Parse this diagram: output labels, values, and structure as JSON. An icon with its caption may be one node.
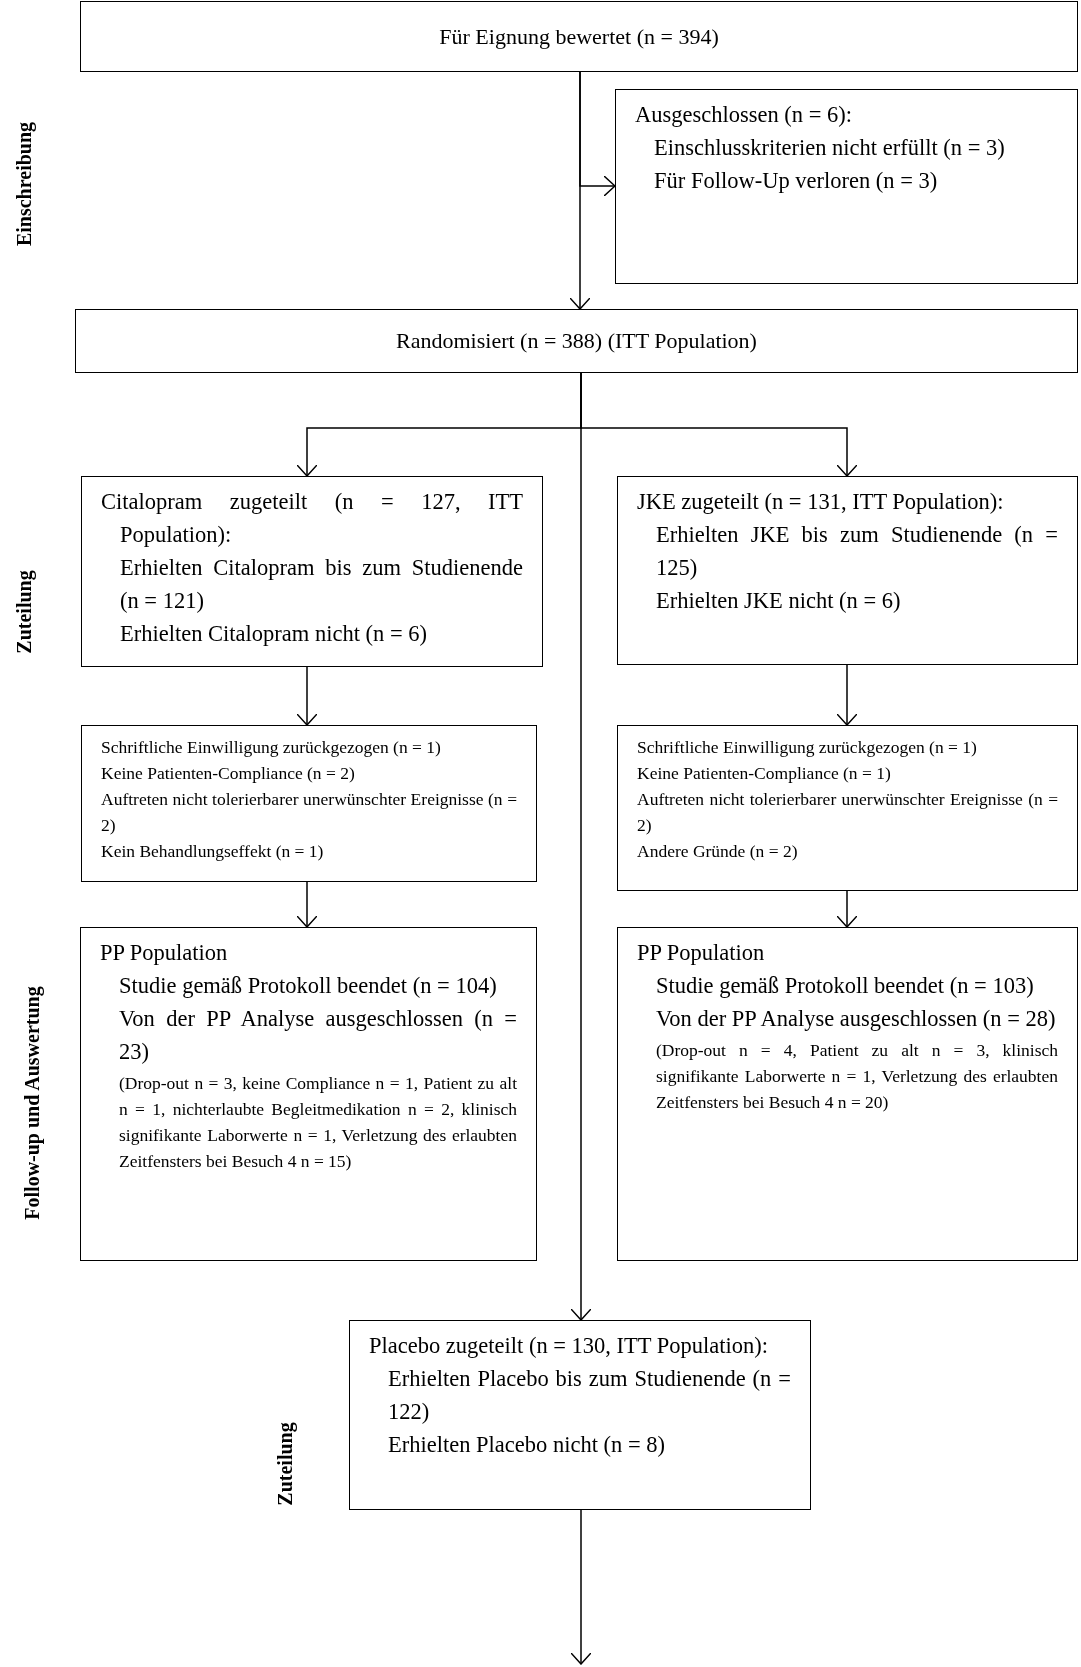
{
  "diagram": {
    "nodes": [
      {
        "text": [
          "Für Eignung bewertet (n = 394)"
        ]
      },
      {
        "text": [
          "Ausgeschlossen (n = 6):",
          "Einschlusskriterien nicht erfüllt (n = 3)",
          "Für Follow-Up verloren (n = 3)"
        ]
      },
      {
        "text": [
          "Randomisiert (n = 388) (ITT Population)"
        ]
      },
      {
        "text": [
          "Citalopram zugeteilt (n = 127, ITT Population):",
          "Erhielten Citalopram bis zum Studienende (n = 121)",
          "Erhielten Citalopram nicht (n = 6)"
        ]
      },
      {
        "text": [
          "JKE zugeteilt (n = 131, ITT Population):",
          "Erhielten JKE bis zum Studienende (n = 125)",
          "Erhielten JKE nicht (n = 6)"
        ]
      },
      {
        "text": [
          "Schriftliche Einwilligung zurückgezogen (n = 1)",
          "Keine Patienten-Compliance (n = 2)",
          "Auftreten nicht tolerierbarer unerwünschter Ereignisse (n = 2)",
          "Kein Behandlungseffekt (n = 1)"
        ]
      },
      {
        "text": [
          "Schriftliche Einwilligung zurückgezogen (n = 1)",
          "Keine Patienten-Compliance (n = 1)",
          "Auftreten nicht tolerierbarer unerwünschter Ereignisse (n = 2)",
          "Andere Gründe (n = 2)"
        ]
      },
      {
        "text": [
          "PP Population",
          "Studie gemäß Protokoll beendet (n = 104)",
          "Von der PP Analyse ausgeschlossen (n = 23)",
          "(Drop-out n = 3, keine Compliance n = 1, Patient zu alt n = 1, nichterlaubte Begleitmedikation n = 2, klinisch signifikante Laborwerte n = 1, Verletzung des erlaubten Zeitfensters bei Besuch 4 n = 15)"
        ]
      },
      {
        "text": [
          "PP Population",
          "Studie gemäß Protokoll beendet (n = 103)",
          "Von der PP Analyse ausgeschlossen (n = 28)",
          "(Drop-out n = 4, Patient zu alt n = 3, klinisch signifikante Laborwerte n = 1, Verletzung des erlaubten Zeitfensters bei Besuch 4 n = 20)"
        ]
      },
      {
        "text": [
          "Placebo zugeteilt (n = 130, ITT Population):",
          "Erhielten Placebo bis zum Studienende (n = 122)",
          "Erhielten Placebo nicht (n = 8)"
        ]
      }
    ],
    "edges": [
      {
        "from": 0,
        "to": 1,
        "arrow": "to"
      },
      {
        "from": 0,
        "to": 2,
        "arrow": "to"
      },
      {
        "from": 2,
        "to": 3,
        "arrow": "to"
      },
      {
        "from": 2,
        "to": 4,
        "arrow": "to"
      },
      {
        "from": 2,
        "to": 9,
        "arrow": "to"
      },
      {
        "from": 3,
        "to": 5,
        "arrow": "to"
      },
      {
        "from": 4,
        "to": 6,
        "arrow": "to"
      },
      {
        "from": 5,
        "to": 7,
        "arrow": "to"
      },
      {
        "from": 6,
        "to": 8,
        "arrow": "to"
      },
      {
        "from": 9,
        "to": null,
        "arrow": "to"
      }
    ],
    "labels": [
      "Einschreibung",
      "Zuteilung",
      "Follow-up und Auswertung",
      "Zuteilung"
    ]
  }
}
